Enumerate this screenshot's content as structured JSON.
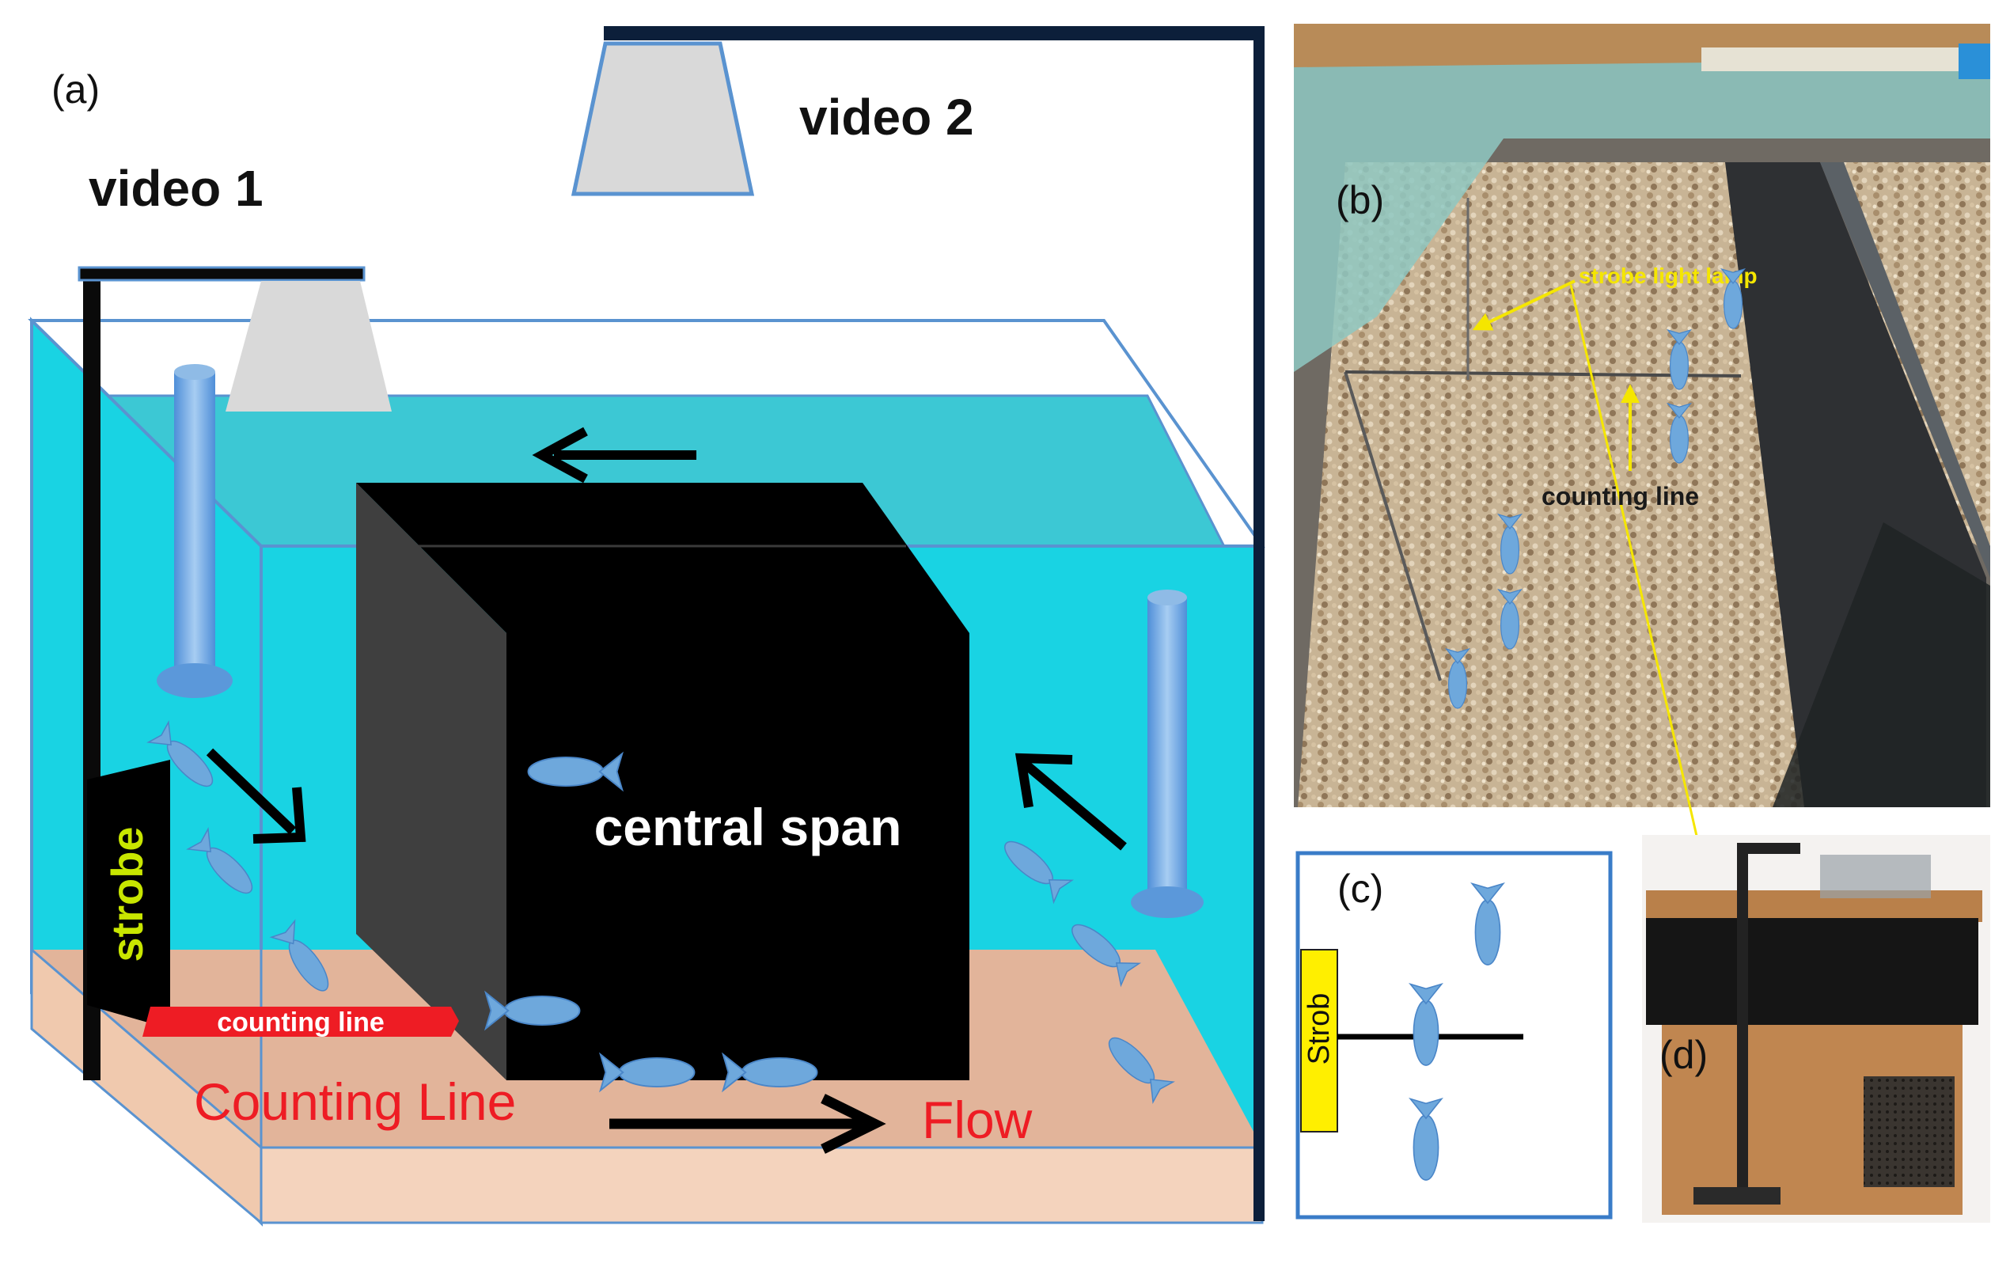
{
  "panel_a": {
    "label": "(a)",
    "video1": "video 1",
    "video2": "video 2",
    "strobe": "strobe",
    "central_span": "central span",
    "counting_line_tag": "counting line",
    "counting_line_floor": "Counting Line",
    "flow": "Flow"
  },
  "panel_b": {
    "label": "(b)",
    "strobe_light_lamp": "strobe light lamp",
    "counting_line": "counting line"
  },
  "panel_c": {
    "label": "(c)",
    "strob": "Strob"
  },
  "panel_d": {
    "label": "(d)"
  },
  "colors": {
    "water": "#19d3e3",
    "water_top": "#3cc8d4",
    "floor": "#e2b49a",
    "fish": "#6ea8dc",
    "counting_tag": "#ee1c24",
    "strobe_text": "#c8e600",
    "annotation_yellow": "#f5e600"
  }
}
